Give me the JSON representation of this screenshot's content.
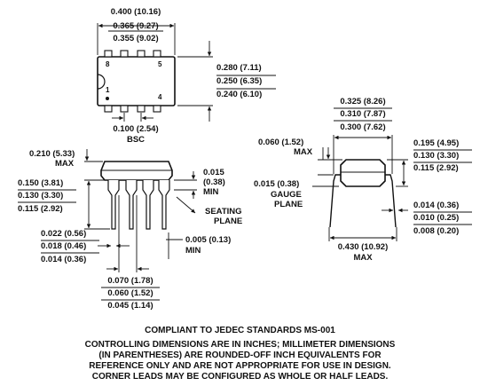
{
  "top_view": {
    "width": [
      "0.400 (10.16)",
      "0.365 (9.27)",
      "0.355 (9.02)"
    ],
    "height": [
      "0.280 (7.11)",
      "0.250 (6.35)",
      "0.240 (6.10)"
    ],
    "pitch": "0.100 (2.54)",
    "pitch_note": "BSC",
    "pins": [
      "8",
      "5",
      "1",
      "4"
    ]
  },
  "side_view": {
    "body_height": [
      "0.210 (5.33)",
      "MAX"
    ],
    "lead_length": [
      "0.150 (3.81)",
      "0.130 (3.30)",
      "0.115 (2.92)"
    ],
    "lead_width": [
      "0.022 (0.56)",
      "0.018 (0.46)",
      "0.014 (0.36)"
    ],
    "standoff": [
      "0.015",
      "(0.38)",
      "MIN"
    ],
    "seating_plane": [
      "SEATING",
      "PLANE"
    ],
    "seating_gap": [
      "0.005 (0.13)",
      "MIN"
    ],
    "shoulder_width": [
      "0.070 (1.78)",
      "0.060 (1.52)",
      "0.045 (1.14)"
    ]
  },
  "end_view": {
    "row_spacing": [
      "0.325 (8.26)",
      "0.310 (7.87)",
      "0.300 (7.62)"
    ],
    "body_top": [
      "0.060 (1.52)",
      "MAX"
    ],
    "gauge": [
      "0.015 (0.38)",
      "GAUGE",
      "PLANE"
    ],
    "lead_height": [
      "0.195 (4.95)",
      "0.130 (3.30)",
      "0.115 (2.92)"
    ],
    "lead_thickness": [
      "0.014 (0.36)",
      "0.010 (0.25)",
      "0.008 (0.20)"
    ],
    "lead_span": [
      "0.430 (10.92)",
      "MAX"
    ]
  },
  "notes": {
    "compliance": "COMPLIANT TO JEDEC STANDARDS MS-001",
    "controlling": [
      "CONTROLLING DIMENSIONS ARE IN INCHES; MILLIMETER DIMENSIONS",
      "(IN PARENTHESES) ARE ROUNDED-OFF INCH EQUIVALENTS FOR",
      "REFERENCE ONLY AND ARE NOT APPROPRIATE FOR USE IN DESIGN.",
      "CORNER LEADS MAY BE CONFIGURED AS WHOLE OR HALF LEADS."
    ]
  }
}
